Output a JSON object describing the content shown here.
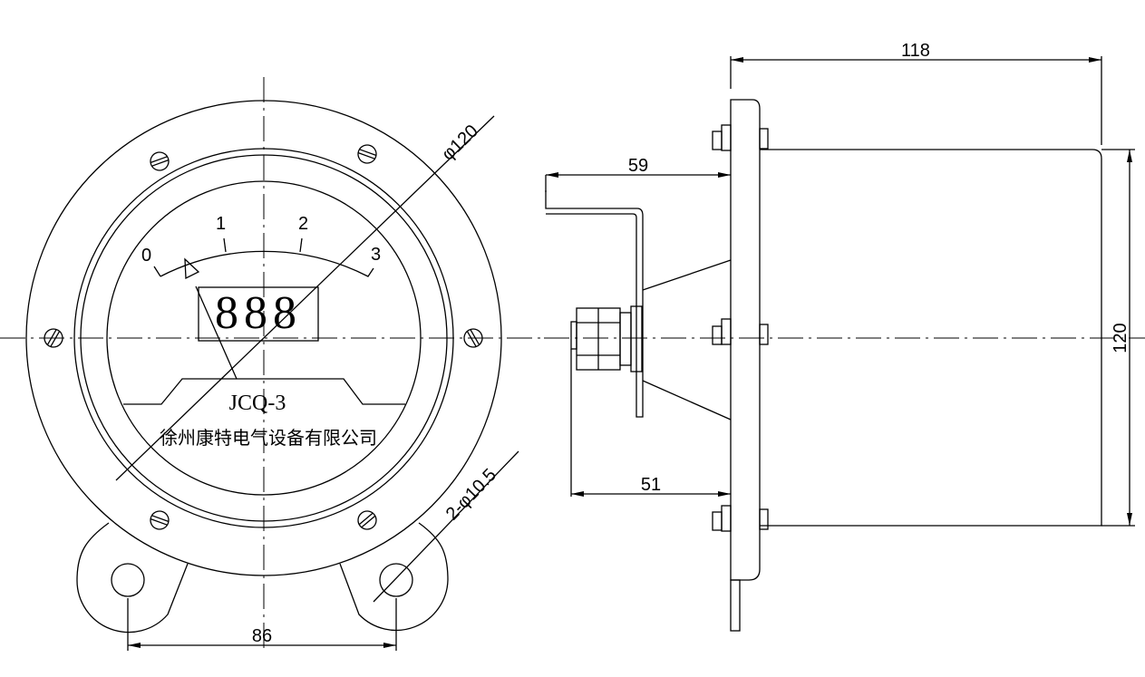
{
  "front_view": {
    "scale_labels": [
      "0",
      "1",
      "2",
      "3"
    ],
    "display": "888",
    "model": "JCQ-3",
    "manufacturer": "徐州康特电气设备有限公司",
    "dim_diameter": "φ120",
    "dim_holes": "2-φ10.5",
    "dim_hole_spacing": "86"
  },
  "side_view": {
    "dim_depth": "118",
    "dim_bracket": "59",
    "dim_terminal": "51",
    "dim_height": "120"
  }
}
